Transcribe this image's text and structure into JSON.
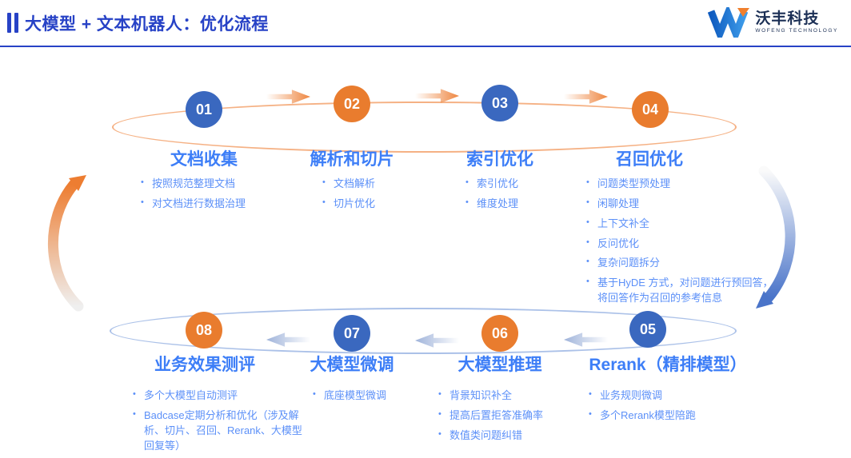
{
  "header": {
    "title": "大模型 + 文本机器人：优化流程",
    "logo": {
      "name": "沃丰科技",
      "subtitle": "WOFENG TECHNOLOGY"
    }
  },
  "colors": {
    "title_blue": "#2742C6",
    "step_title_blue": "#3D7EF7",
    "bullet_blue": "#5C90F8",
    "circle_blue": "#3A68BF",
    "circle_orange": "#E97C2E",
    "orbit_orange": "#F5B184",
    "orbit_blue": "#ABC1E8",
    "arrow_orange": "#EE8640",
    "arrow_blue_gray": "#9FB3DA"
  },
  "steps": [
    {
      "number": "01",
      "title": "文档收集",
      "color": "blue",
      "bullets": [
        "按照规范整理文档",
        "对文档进行数据治理"
      ]
    },
    {
      "number": "02",
      "title": "解析和切片",
      "color": "orange",
      "bullets": [
        "文档解析",
        "切片优化"
      ]
    },
    {
      "number": "03",
      "title": "索引优化",
      "color": "blue",
      "bullets": [
        "索引优化",
        "维度处理"
      ]
    },
    {
      "number": "04",
      "title": "召回优化",
      "color": "orange",
      "bullets": [
        "问题类型预处理",
        "闲聊处理",
        "上下文补全",
        "反问优化",
        "复杂问题拆分",
        "基于HyDE 方式，对问题进行预回答，将回答作为召回的参考信息"
      ]
    },
    {
      "number": "05",
      "title": "Rerank（精排模型）",
      "color": "blue",
      "bullets": [
        "业务规则微调",
        "多个Rerank模型陪跑"
      ]
    },
    {
      "number": "06",
      "title": "大模型推理",
      "color": "orange",
      "bullets": [
        "背景知识补全",
        "提高后置拒答准确率",
        "数值类问题纠错"
      ]
    },
    {
      "number": "07",
      "title": "大模型微调",
      "color": "blue",
      "bullets": [
        "底座模型微调"
      ]
    },
    {
      "number": "08",
      "title": "业务效果测评",
      "color": "orange",
      "bullets": [
        "多个大模型自动测评",
        "Badcase定期分析和优化（涉及解析、切片、召回、Rerank、大模型回复等）"
      ]
    }
  ]
}
